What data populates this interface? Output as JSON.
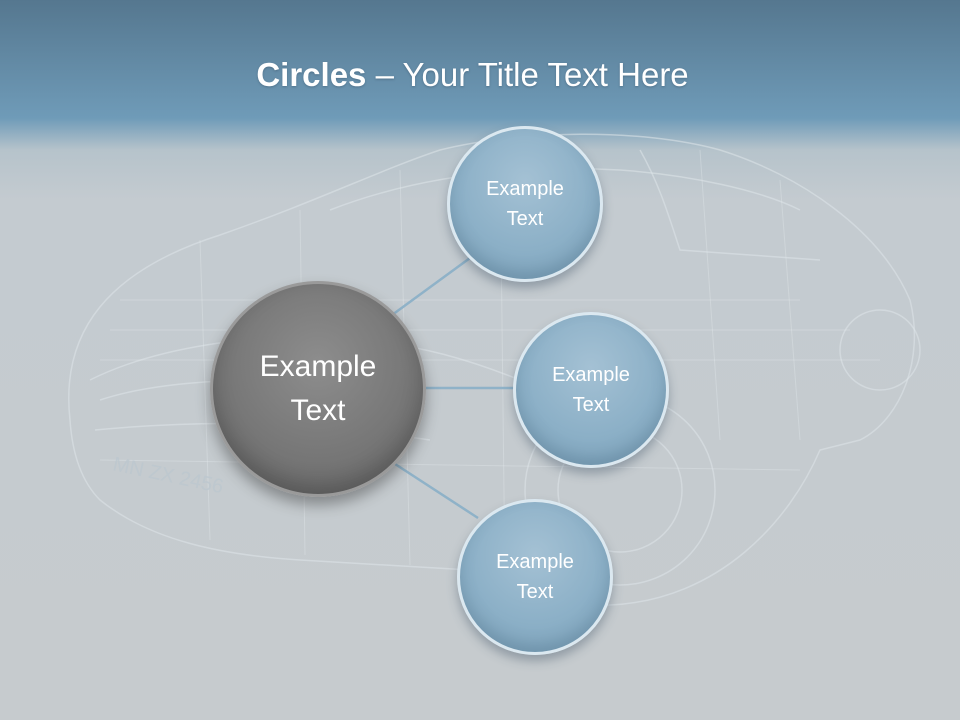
{
  "title": {
    "bold": "Circles",
    "rest": " – Your Title Text Here"
  },
  "center": {
    "line1": "Example",
    "line2": "Text"
  },
  "satellites": [
    {
      "line1": "Example",
      "line2": "Text"
    },
    {
      "line1": "Example",
      "line2": "Text"
    },
    {
      "line1": "Example",
      "line2": "Text"
    }
  ],
  "car_plate": "MN ZX 2456",
  "colors": {
    "header_top": "#55778f",
    "header_bottom": "#6f9bb8",
    "background": "#c6cbce",
    "satellite_fill": "#8cb0c7",
    "center_fill": "#757575",
    "connector": "#8fb2c8"
  }
}
